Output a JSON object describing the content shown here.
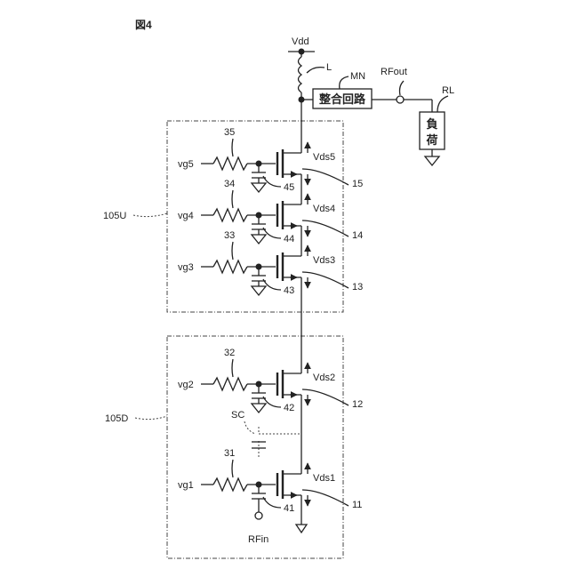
{
  "figure_label": "図4",
  "supply": {
    "label": "Vdd"
  },
  "inductor": {
    "label": "L"
  },
  "matching": {
    "ref": "MN",
    "text": "整合回路"
  },
  "output": {
    "label": "RFout"
  },
  "load": {
    "ref": "RL",
    "line1": "負",
    "line2": "荷"
  },
  "input": {
    "label": "RFin"
  },
  "switch": {
    "label": "SC"
  },
  "upper_block": {
    "label": "105U"
  },
  "lower_block": {
    "label": "105D"
  },
  "stages": [
    {
      "gate": "vg1",
      "resistor": "31",
      "capacitor": "41",
      "vds": "Vds1",
      "transistor": "11"
    },
    {
      "gate": "vg2",
      "resistor": "32",
      "capacitor": "42",
      "vds": "Vds2",
      "transistor": "12"
    },
    {
      "gate": "vg3",
      "resistor": "33",
      "capacitor": "43",
      "vds": "Vds3",
      "transistor": "13"
    },
    {
      "gate": "vg4",
      "resistor": "34",
      "capacitor": "44",
      "vds": "Vds4",
      "transistor": "14"
    },
    {
      "gate": "vg5",
      "resistor": "35",
      "capacitor": "45",
      "vds": "Vds5",
      "transistor": "15"
    }
  ]
}
